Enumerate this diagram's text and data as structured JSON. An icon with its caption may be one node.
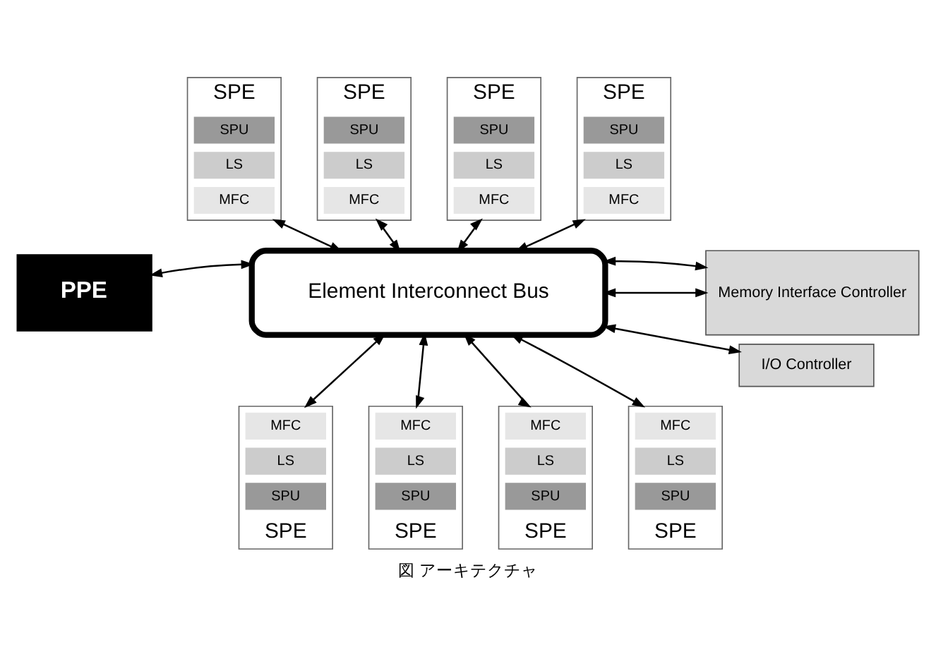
{
  "diagram": {
    "caption": "図 アーキテクチャ",
    "nodes": [
      {
        "text": [
          "SPE"
        ]
      },
      {
        "text": [
          "SPU"
        ],
        "in": 0
      },
      {
        "text": [
          "LS"
        ],
        "in": 0
      },
      {
        "text": [
          "MFC"
        ],
        "in": 0
      },
      {
        "text": [
          "SPE"
        ]
      },
      {
        "text": [
          "SPU"
        ],
        "in": 4
      },
      {
        "text": [
          "LS"
        ],
        "in": 4
      },
      {
        "text": [
          "MFC"
        ],
        "in": 4
      },
      {
        "text": [
          "SPE"
        ]
      },
      {
        "text": [
          "SPU"
        ],
        "in": 8
      },
      {
        "text": [
          "LS"
        ],
        "in": 8
      },
      {
        "text": [
          "MFC"
        ],
        "in": 8
      },
      {
        "text": [
          "SPE"
        ]
      },
      {
        "text": [
          "SPU"
        ],
        "in": 12
      },
      {
        "text": [
          "LS"
        ],
        "in": 12
      },
      {
        "text": [
          "MFC"
        ],
        "in": 12
      },
      {
        "text": [
          "PPE"
        ]
      },
      {
        "text": [
          "Element Interconnect Bus"
        ]
      },
      {
        "text": [
          "Memory Interface Controller"
        ]
      },
      {
        "text": [
          "I/O Controller"
        ]
      },
      {
        "text": [
          "SPE"
        ]
      },
      {
        "text": [
          "MFC"
        ],
        "in": 20
      },
      {
        "text": [
          "LS"
        ],
        "in": 20
      },
      {
        "text": [
          "SPU"
        ],
        "in": 20
      },
      {
        "text": [
          "SPE"
        ]
      },
      {
        "text": [
          "MFC"
        ],
        "in": 24
      },
      {
        "text": [
          "LS"
        ],
        "in": 24
      },
      {
        "text": [
          "SPU"
        ],
        "in": 24
      },
      {
        "text": [
          "SPE"
        ]
      },
      {
        "text": [
          "MFC"
        ],
        "in": 28
      },
      {
        "text": [
          "LS"
        ],
        "in": 28
      },
      {
        "text": [
          "SPU"
        ],
        "in": 28
      },
      {
        "text": [
          "SPE"
        ]
      },
      {
        "text": [
          "MFC"
        ],
        "in": 32
      },
      {
        "text": [
          "LS"
        ],
        "in": 32
      },
      {
        "text": [
          "SPU"
        ],
        "in": 32
      }
    ],
    "edges": [
      {
        "from": 0,
        "to": 17,
        "arrow": "both"
      },
      {
        "from": 4,
        "to": 17,
        "arrow": "both"
      },
      {
        "from": 8,
        "to": 17,
        "arrow": "both"
      },
      {
        "from": 12,
        "to": 17,
        "arrow": "both"
      },
      {
        "from": 16,
        "to": 17,
        "arrow": "both"
      },
      {
        "from": 17,
        "to": 18,
        "arrow": "both"
      },
      {
        "from": 17,
        "to": 18,
        "arrow": "both"
      },
      {
        "from": 17,
        "to": 19,
        "arrow": "both"
      },
      {
        "from": 17,
        "to": 20,
        "arrow": "both"
      },
      {
        "from": 17,
        "to": 24,
        "arrow": "both"
      },
      {
        "from": 17,
        "to": 28,
        "arrow": "both"
      },
      {
        "from": 17,
        "to": 32,
        "arrow": "both"
      }
    ]
  }
}
